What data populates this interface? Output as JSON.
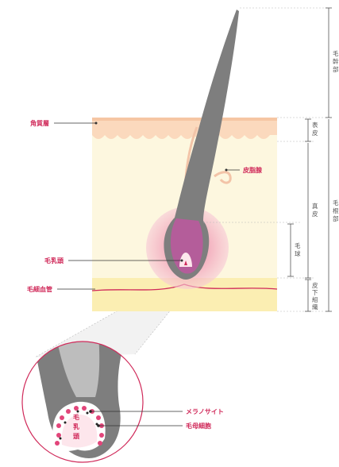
{
  "labels": {
    "stratum_corneum": "角質層",
    "sebaceous_gland": "皮脂腺",
    "dermal_papilla": "毛乳頭",
    "capillary": "毛細血管",
    "melanocyte": "メラノサイト",
    "matrix_cell": "毛母細胞",
    "papilla_inset": [
      "毛",
      "乳",
      "頭"
    ]
  },
  "brackets": {
    "hair_shaft": [
      "毛",
      "幹",
      "部"
    ],
    "epidermis": [
      "表",
      "皮"
    ],
    "dermis": [
      "真",
      "皮"
    ],
    "hair_bulb": [
      "毛",
      "球"
    ],
    "subcutaneous": [
      "皮",
      "下",
      "組",
      "織"
    ],
    "hair_root": [
      "毛",
      "根",
      "部"
    ]
  },
  "colors": {
    "accent": "#d02a5a",
    "hair": "#7e7e7e",
    "epidermis": "#fbd9bd",
    "dermis": "#fdf7df",
    "subcutaneous": "#fbeeb2",
    "bulb_glow": "#f2a6bd",
    "bulb": "#b45d9a"
  }
}
